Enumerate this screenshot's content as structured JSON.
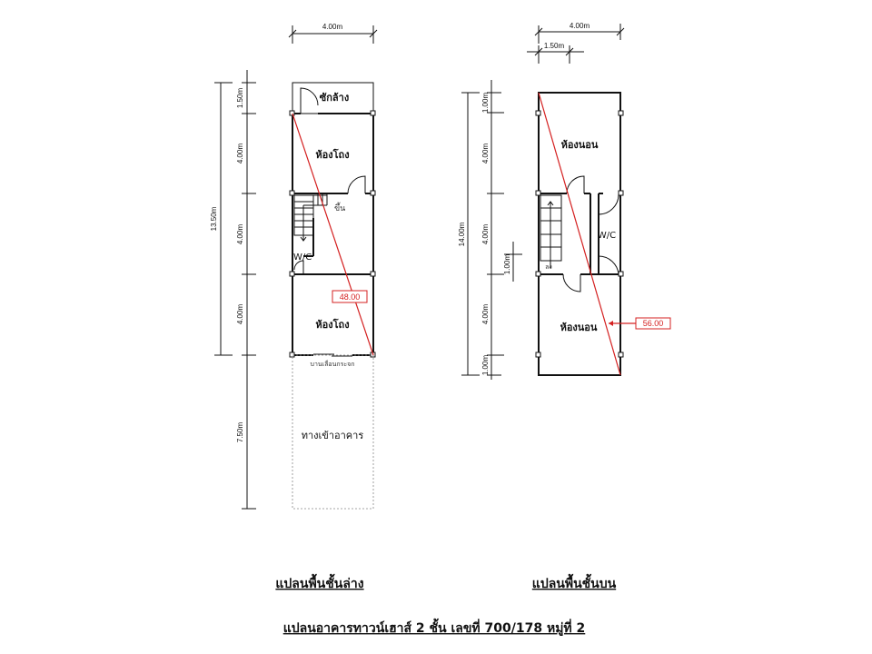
{
  "ground_floor": {
    "width_dim": "4.00m",
    "total_dim": "13.50m",
    "segment_dims": [
      "1.50m",
      "4.00m",
      "4.00m",
      "4.00m",
      "7.50m"
    ],
    "rooms": {
      "washing": "ซักล้าง",
      "hall_rear": "ห้องโถง",
      "hall_front": "ห้องโถง",
      "wc": "W/C",
      "stair_up": "ขึ้น",
      "entrance": "ทางเข้าอาคาร",
      "sliding_door": "บานเลื่อนกระจก"
    },
    "area_label": "48.00",
    "title": "แปลนพื้นชั้นล่าง"
  },
  "upper_floor": {
    "width_dim": "4.00m",
    "sub_width_dim": "1.50m",
    "total_dim": "14.00m",
    "segment_dims": [
      "1.00m",
      "4.00m",
      "4.00m",
      "4.00m",
      "1.00m"
    ],
    "stair_dim": "1.00m",
    "rooms": {
      "bedroom_rear": "ห้องนอน",
      "bedroom_front": "ห้องนอน",
      "wc": "W/C",
      "stair_down": "ลง"
    },
    "area_label": "56.00",
    "title": "แปลนพื้นชั้นบน"
  },
  "main_title": "แปลนอาคารทาวน์เฮาส์ 2 ชั้น เลขที่ 700/178 หมู่ที่ 2",
  "colors": {
    "annotation": "#d42020",
    "lines": "#111111"
  }
}
